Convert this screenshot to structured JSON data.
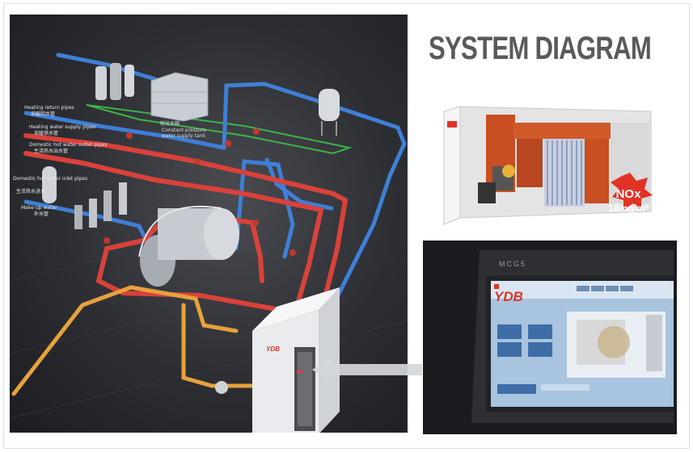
{
  "header": {
    "title": "SYSTEM DIAGRAM"
  },
  "diagram": {
    "labels": {
      "heating_return": "Heating return pipes",
      "heating_return_cn": "采暖回水管",
      "heating_supply": "Heating water supply pipes",
      "heating_supply_cn": "采暖供水管",
      "domestic_outlet": "Domestic hot water outlet pipes",
      "domestic_outlet_cn": "生活热水出水管",
      "domestic_inlet": "Domestic hot water inlet pipes",
      "domestic_inlet_cn": "生活热水进水",
      "makeup": "Make-up water",
      "makeup_cn": "补水管",
      "constant_pressure": "Constant pressure water supply tank",
      "softened": "软化水箱"
    },
    "boiler_brand": "YDB"
  },
  "boiler_photo": {
    "nox_label": "NOx",
    "nox_value": "18mg/m³"
  },
  "panel_photo": {
    "model": "MCG5",
    "brand": "YDB"
  },
  "colors": {
    "hot_pipe": "#d9423a",
    "cold_pipe": "#3f7fd6",
    "gas_pipe": "#e6a23c",
    "accent": "#e03226"
  }
}
